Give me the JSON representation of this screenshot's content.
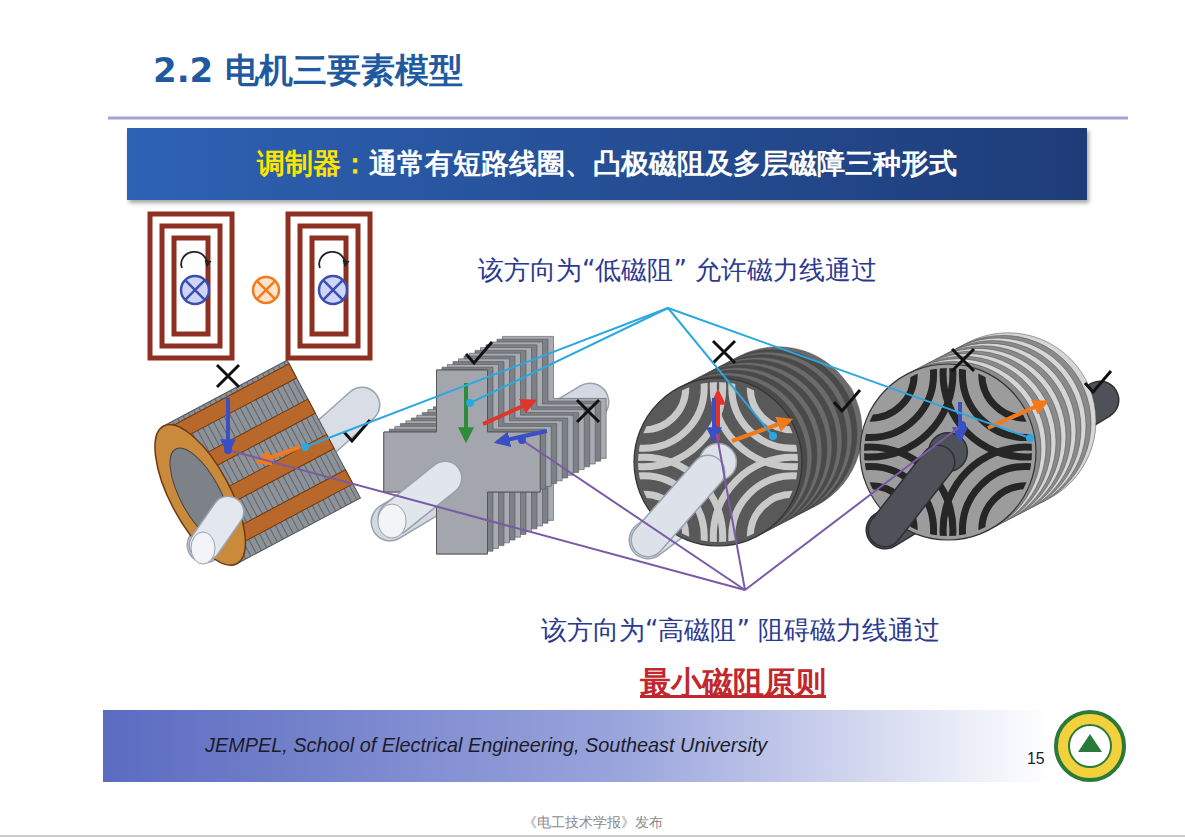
{
  "diagram": {
    "title": "2.2 电机三要素模型",
    "nodes": [
      {
        "text": [
          "调制器：",
          "通常有短路线圈、凸极磁阻及多层磁障三种形式"
        ]
      },
      {
        "text": [
          "JEMPEL, School of Electrical Engineering, Southeast University",
          "15"
        ]
      }
    ],
    "labels": [
      "该方向为“低磁阻” 允许磁力线通过",
      "该方向为“高磁阻” 阻碍磁力线通过",
      "最小磁阻原则",
      "《电工技术学报》发布"
    ]
  }
}
